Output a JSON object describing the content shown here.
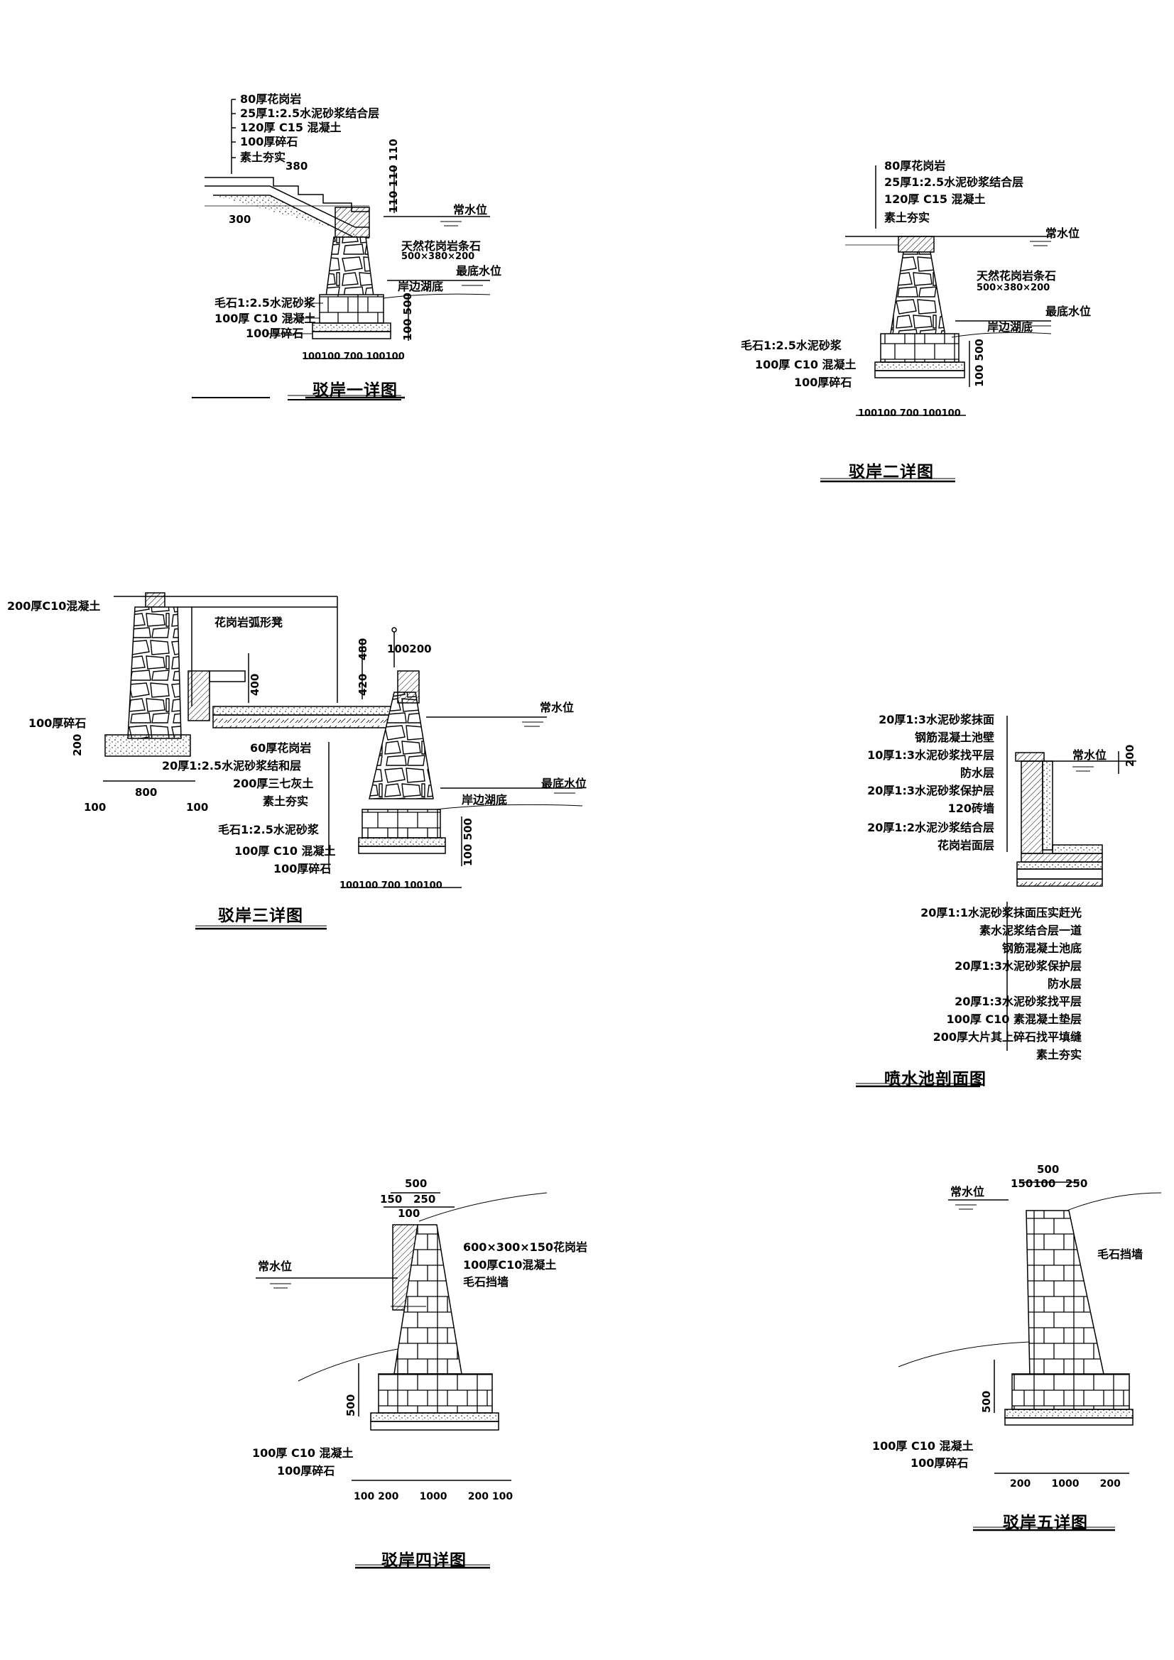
{
  "detail1": {
    "title": "驳岸一详图",
    "layers": [
      "80厚花岗岩",
      "25厚1:2.5水泥砂浆结合层",
      "120厚 C15 混凝土",
      "100厚碎石",
      "素土夯实"
    ],
    "stone": "天然花岗岩条石",
    "stone_size": "500×380×200",
    "normal_water": "常水位",
    "lowest_water": "最底水位",
    "lakebed": "岸边湖底",
    "base_layers": [
      "毛石1:2.5水泥砂浆",
      "100厚 C10 混凝土",
      "100厚碎石"
    ],
    "dims_bottom": "100100  700  100100",
    "dim_step_w": "380",
    "dim_top_w": "300",
    "dims_v_top": "110 110 110",
    "dims_v_bot": "100 500"
  },
  "detail2": {
    "title": "驳岸二详图",
    "layers": [
      "80厚花岗岩",
      "25厚1:2.5水泥砂浆结合层",
      "120厚 C15 混凝土",
      "素土夯实"
    ],
    "stone": "天然花岗岩条石",
    "stone_size": "500×380×200",
    "normal_water": "常水位",
    "lowest_water": "最底水位",
    "lakebed": "岸边湖底",
    "base_layers": [
      "毛石1:2.5水泥砂浆",
      "100厚 C10 混凝土",
      "100厚碎石"
    ],
    "dims_bottom": "100100  700  100100",
    "dims_v": "100 500"
  },
  "detail3": {
    "title": "驳岸三详图",
    "top_label": "200厚C10混凝土",
    "bench": "花岗岩弧形凳",
    "gravel": "100厚碎石",
    "layers": [
      "60厚花岗岩",
      "20厚1:2.5水泥砂浆结和层",
      "200厚三七灰土",
      "素土夯实"
    ],
    "normal_water": "常水位",
    "lowest_water": "最底水位",
    "lakebed": "岸边湖底",
    "base_layers": [
      "毛石1:2.5水泥砂浆",
      "100厚 C10 混凝土",
      "100厚碎石"
    ],
    "dim_200": "200",
    "dims_left": [
      "100",
      "800",
      "100"
    ],
    "dims_bottom": "100100  700  100100",
    "dim_400": "400",
    "dim_420": "420",
    "dim_480": "480",
    "dim_top": "100200",
    "dims_v": "100 500"
  },
  "fountain": {
    "title": "喷水池剖面图",
    "wall_layers": [
      "20厚1:3水泥砂浆抹面",
      "钢筋混凝土池壁",
      "10厚1:3水泥砂浆找平层",
      "防水层",
      "20厚1:3水泥砂浆保护层",
      "120砖墙",
      "20厚1:2水泥沙浆结合层",
      "花岗岩面层"
    ],
    "floor_layers": [
      "20厚1:1水泥砂浆抹面压实赶光",
      "素水泥浆结合层一道",
      "钢筋混凝土池底",
      "20厚1:3水泥砂浆保护层",
      "防水层",
      "20厚1:3水泥砂浆找平层",
      "100厚 C10 素混凝土垫层",
      "200厚大片其上碎石找平填缝",
      "素土夯实"
    ],
    "normal_water": "常水位",
    "dim": "200"
  },
  "detail4": {
    "title": "驳岸四详图",
    "top_dims": [
      "500",
      "150",
      "250",
      "100"
    ],
    "layers": [
      "600×300×150花岗岩",
      "100厚C10混凝土",
      "毛石挡墙"
    ],
    "normal_water": "常水位",
    "base_layers": [
      "100厚 C10 混凝土",
      "100厚碎石"
    ],
    "dim_500": "500",
    "dims_bottom": "100 200      1000      200 100"
  },
  "detail5": {
    "title": "驳岸五详图",
    "top_dims": [
      "500",
      "150",
      "100",
      "250"
    ],
    "label": "毛石挡墙",
    "normal_water": "常水位",
    "base_layers": [
      "100厚 C10 混凝土",
      "100厚碎石"
    ],
    "dim_500": "500",
    "dims_bottom": "200      1000      200"
  }
}
